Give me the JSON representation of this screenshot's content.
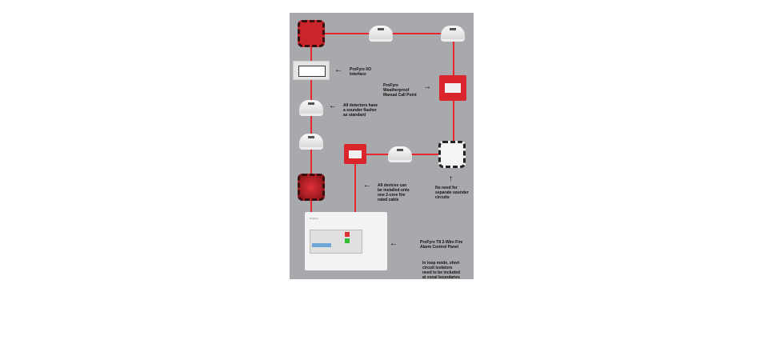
{
  "labels": {
    "io_interface": "ProFyre I/O Interface",
    "detectors": "All detectors have a sounder flasher as standard",
    "weatherproof_mcp": "ProFyre Weatherproof Manual Call Point",
    "cable": "All devices can be installed onto one 2-core fire rated cable",
    "sounder_circuits": "No need for separate sounder circuits",
    "panel": "ProFyre T8 2-Wire Fire Alarm Control Panel",
    "loop_mode": "In loop mode, short circuit isolators need to be included at zonal boundaries"
  },
  "panel_brand": "ProFyre",
  "colors": {
    "wire": "#e8262b",
    "background": "#a8a9ac"
  }
}
